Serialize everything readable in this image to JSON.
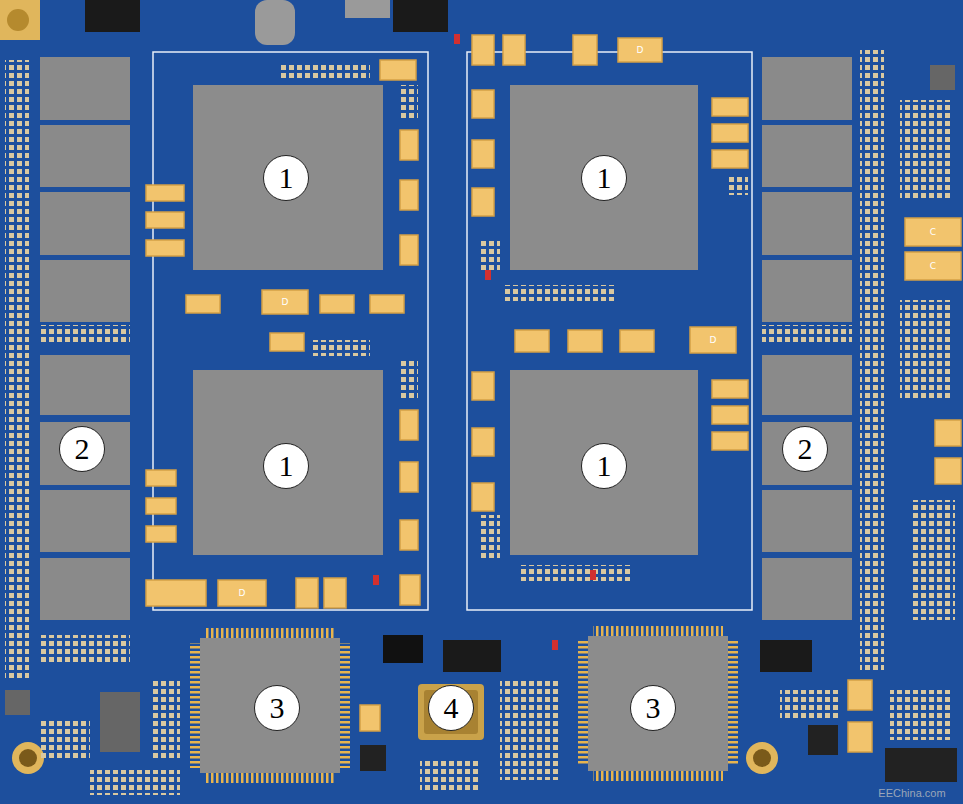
{
  "diagram": {
    "labels": [
      "1",
      "1",
      "1",
      "1",
      "2",
      "2",
      "3",
      "3",
      "4",
      "D",
      "D",
      "D",
      "D",
      "C",
      "C",
      "EEChina.com"
    ]
  }
}
